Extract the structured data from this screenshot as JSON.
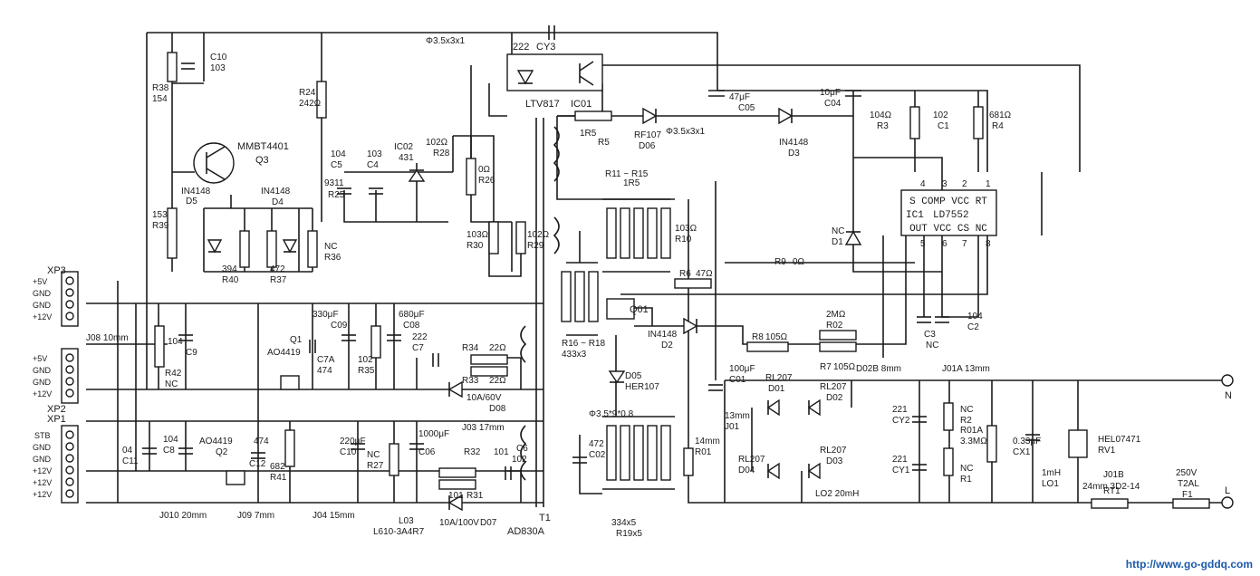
{
  "watermark": "http://www.go-gddq.com",
  "input": {
    "L": "L",
    "N": "N",
    "F1": "F1",
    "F1_spec": "T2AL",
    "F1_v": "250V",
    "RT1": "RT1",
    "RT1_val": "24mm 3D2-14",
    "J01B": "J01B",
    "RV1": "RV1",
    "RV1_val": "HEL07471",
    "CX1": "CX1",
    "CX1_val": "0.33μF",
    "LO1": "LO1",
    "LO1_val": "1mH",
    "R01A": "R01A",
    "R01A_val": "3.3MΩ",
    "R1": "R1",
    "R1_val": "NC",
    "R2": "R2",
    "R2_val": "NC",
    "CY1": "CY1",
    "CY1_val": "221",
    "CY2": "CY2",
    "CY2_val": "221",
    "LO2": "LO2 20mH",
    "J01A": "J01A 13mm",
    "D02B": "D02B 8mm",
    "D01": "D01",
    "D01_val": "RL207",
    "D02": "D02",
    "D02_val": "RL207",
    "D03": "D03",
    "D03_val": "RL207",
    "D04": "D04",
    "D04_val": "RL207",
    "C01": "C01",
    "C01_val": "100μF",
    "J01": "J01",
    "J01_val": "13mm",
    "R01": "R01",
    "R01_val": "14mm"
  },
  "controller": {
    "ic1": "IC1",
    "ic1_part": "LD7552",
    "pins_top": [
      "1",
      "2",
      "3",
      "4"
    ],
    "pins_bottom": [
      "5",
      "6",
      "7",
      "8"
    ],
    "names_top": "S COMP VCC RT",
    "names_bottom": "OUT VCC CS NC",
    "R3": "R3",
    "R3_val": "104Ω",
    "C1": "C1",
    "C1_val": "102",
    "R4": "R4",
    "R4_val": "681Ω",
    "C04": "C04",
    "C04_val": "10μF",
    "D1": "D1",
    "D1_val": "NC",
    "D3": "D3",
    "D3_val": "IN4148",
    "R9": "R9",
    "R9_val": "0Ω",
    "R6": "R6",
    "R6_val": "47Ω",
    "D2": "D2",
    "D2_val": "IN4148",
    "R02": "R02",
    "R02_val": "2MΩ",
    "R7": "R7",
    "R7_val": "105Ω",
    "R8": "R8",
    "R8_val": "105Ω",
    "C2": "C2",
    "C2_val": "104",
    "C3": "C3",
    "C3_val": "NC",
    "Q01": "Q01"
  },
  "primary": {
    "R10": "R10",
    "R10_val": "103Ω",
    "R11": "R11 ~ R15",
    "R11_val": "1R5",
    "D05": "D05",
    "D05_val": "HER107",
    "R16": "R16 ~ R18",
    "R16_val": "433x3",
    "C02": "C02",
    "C02_val": "472",
    "R19": "R19x5",
    "R19_val": "334x5",
    "phi": "Φ3.5*9*0.8",
    "T1": "T1",
    "T1_val": "AD830A"
  },
  "feedback": {
    "IC01": "IC01",
    "IC01_val": "LTV817",
    "CY3": "CY3",
    "CY3_val": "222",
    "phi_top": "Φ3.5x3x1",
    "R5": "R5",
    "R5_val": "1R5",
    "D06": "D06",
    "D06_val": "RF107",
    "phi_mid": "Φ3.5x3x1",
    "C05": "C05",
    "C05_val": "47μF",
    "IC02": "IC02",
    "IC02_val": "431",
    "R28": "R28",
    "R28_val": "102Ω",
    "R26": "R26",
    "R26_val": "0Ω",
    "C4": "C4",
    "C4_val": "103",
    "C5": "C5",
    "C5_val": "104",
    "R25": "R25",
    "R25_val": "9311",
    "R24": "R24",
    "R24_val": "242Ω",
    "R30": "R30",
    "R30_val": "103Ω",
    "R29": "R29",
    "R29_val": "102Ω",
    "C10": "C10",
    "C10_val": "103",
    "R38": "R38",
    "R38_val": "154",
    "Q3": "Q3",
    "Q3_val": "MMBT4401",
    "D5": "D5",
    "D5_val": "IN4148",
    "D4": "D4",
    "D4_val": "IN4148",
    "R39": "R39",
    "R39_val": "153",
    "R40": "R40",
    "R40_val": "394",
    "R37": "R37",
    "R37_val": "472",
    "R36": "R36",
    "R36_val": "NC"
  },
  "secondary": {
    "C09": "C09",
    "C09_val": "330μF",
    "C08": "C08",
    "C08_val": "680μF",
    "C7A": "C7A",
    "C7A_val": "474",
    "Q1": "Q1",
    "Q1_val": "AO4419",
    "R35": "R35",
    "R35_val": "102",
    "C7": "C7",
    "C7_val": "222",
    "R34": "R34",
    "R34_val": "22Ω",
    "R33": "R33",
    "R33_val": "22Ω",
    "D08": "D08",
    "D08_val": "10A/60V",
    "J03": "J03 17mm",
    "C9": "C9",
    "C9_val": "104",
    "R42": "R42",
    "R42_val": "NC",
    "C11": "C11",
    "C11_val": "04",
    "C8": "C8",
    "C8_val": "104",
    "Q2": "Q2",
    "Q2_val": "AO4419",
    "C12": "C12",
    "C12_val": "474",
    "R41": "R41",
    "R41_val": "682",
    "C10b": "C10",
    "C10b_val": "220μF",
    "R27": "R27",
    "R27_val": "NC",
    "C06": "C06",
    "C06_val": "1000μF",
    "R32": "R32",
    "R32_val": "101",
    "C6": "C6",
    "C6_val": "102",
    "R31": "R31",
    "R31_val": "101",
    "D07": "D07",
    "D07_val": "10A/100V",
    "L03": "L03",
    "L03_val": "L610-3A4R7",
    "J04": "J04 15mm",
    "J09": "J09 7mm",
    "J010": "J010 20mm",
    "J08": "J08 10mm"
  },
  "connectors": {
    "XP3": {
      "name": "XP3",
      "pins": [
        "+5V",
        "GND",
        "GND",
        "+12V"
      ]
    },
    "XP2": {
      "name": "XP2",
      "pins": [
        "+5V",
        "GND",
        "GND",
        "+12V"
      ]
    },
    "XP1": {
      "name": "XP1",
      "pins": [
        "STB",
        "GND",
        "GND",
        "+12V",
        "+12V",
        "+12V"
      ]
    }
  }
}
